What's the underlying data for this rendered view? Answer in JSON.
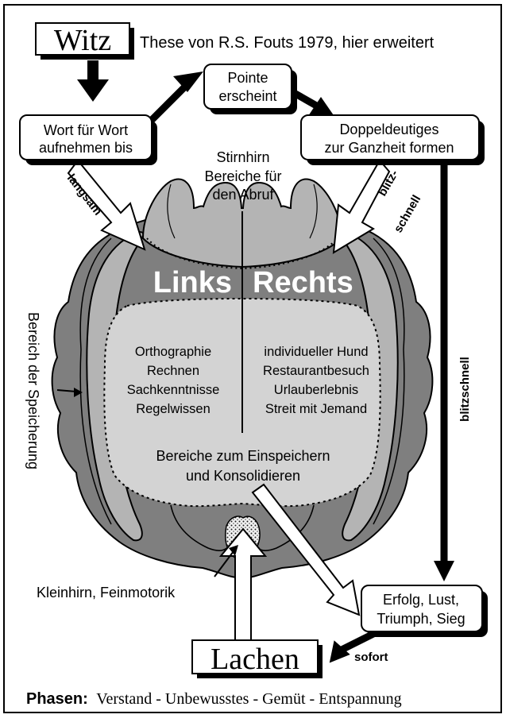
{
  "header": {
    "title": "Witz",
    "subtitle": "These von R.S. Fouts 1979, hier erweitert"
  },
  "boxes": {
    "wort": [
      "Wort für Wort",
      "aufnehmen bis"
    ],
    "pointe": [
      "Pointe",
      "erscheint"
    ],
    "doppel": [
      "Doppeldeutiges",
      "zur Ganzheit formen"
    ],
    "erfolg": [
      "Erfolg, Lust,",
      "Triumph, Sieg"
    ],
    "lachen": "Lachen"
  },
  "arrow_labels": {
    "langsam": "langsam",
    "blitz_a": "blitz-",
    "blitz_b": "schnell",
    "blitzschnell": "blitzschnell",
    "sofort": "sofort"
  },
  "brain": {
    "stirnhirn": [
      "Stirnhirn",
      "Bereiche für",
      "den Abruf"
    ],
    "links": "Links",
    "rechts": "Rechts",
    "left_items": [
      "Orthographie",
      "Rechnen",
      "Sachkenntnisse",
      "Regelwissen"
    ],
    "right_items": [
      "individueller Hund",
      "Restaurantbesuch",
      "Urlauberlebnis",
      "Streit mit Jemand"
    ],
    "center": [
      "Bereiche zum Einspeichern",
      "und Konsolidieren"
    ],
    "speicherung": "Bereich der Speicherung",
    "kleinhirn": "Kleinhirn, Feinmotorik"
  },
  "footer": {
    "label": "Phasen:",
    "text": "Verstand - Unbewusstes - Gemüt - Entspannung"
  },
  "colors": {
    "background": "#ffffff",
    "outer_lobe": "#7f7f7f",
    "frontal": "#b4b4b4",
    "inner": "#d3d3d3",
    "ink": "#000000"
  }
}
